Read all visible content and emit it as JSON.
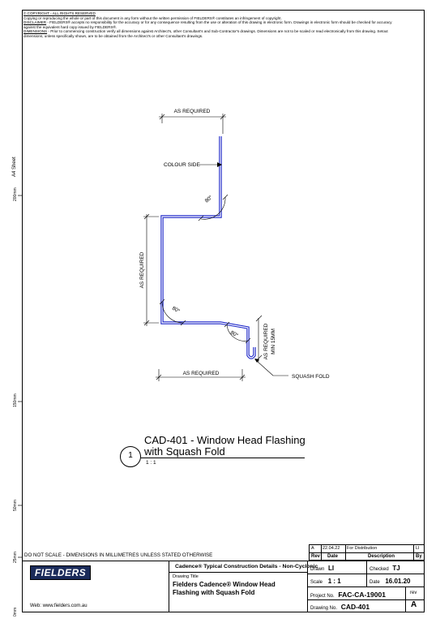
{
  "header": {
    "copyright": "© COPYRIGHT - ALL RIGHTS RESERVED",
    "copyright_text": "Copying or reproducing the whole or part of this document in any form without the written permission of FIELDERS® constitutes an infringement of copyright.",
    "disclaimer_label": "DISCLAIMER",
    "disclaimer_text": " - FIELDERS® accepts no responsibility for the accuracy or for any consequence resulting from the use or alteration of this drawing in electronic form.  Drawings in electronic form should be checked for accuracy against the equivalent hard copy issued by FIELDERS®.",
    "dimensions_label": "DIMENSIONS",
    "dimensions_text": " - Prior to commencing construction verify all dimensions against Architect's, other Consultant's and Sub-Contractor's drawings. Dimensions are not to be scaled or read electronically from this drawing. Setout dimensions, unless specifically shown, are to be obtained from the Architect's or other Consultant's drawings."
  },
  "ruler": {
    "sheet": "A4 Sheet",
    "m200": "200mm",
    "m150": "150mm",
    "m50": "50mm",
    "m25": "25mm",
    "m0": "0mm"
  },
  "drawing": {
    "dim_top": "AS REQUIRED",
    "dim_left": "AS REQUIRED",
    "dim_bottom": "AS REQUIRED",
    "dim_right_1": "AS REQUIRED",
    "dim_right_2": "MIN 15MM",
    "colour_side": "COLOUR SIDE",
    "squash_fold": "SQUASH FOLD",
    "angle_1": "80°",
    "angle_2": "80°",
    "angle_3": "80°"
  },
  "detail": {
    "number": "1",
    "title_line1": "CAD-401 - Window Head Flashing",
    "title_line2": "with Squash Fold",
    "scale": "1 : 1"
  },
  "revisions": {
    "row": {
      "rev": "A",
      "date": "22.04.22",
      "description": "For Distribution",
      "by": "LI"
    },
    "headers": {
      "rev": "Rev",
      "date": "Date",
      "description": "Description",
      "by": "By"
    }
  },
  "title_block": {
    "do_not_scale": "DO NOT SCALE - DIMENSIONS IN MILLIMETRES UNLESS STATED OTHERWISE",
    "logo": "FIELDERS",
    "website": "Web: www.fielders.com.au",
    "series": "Cadence® Typical Construction Details - Non-Cyclonic",
    "drawing_title_label": "Drawing Title",
    "drawing_title": "Fielders Cadence® Window Head Flashing with Squash Fold",
    "drawn_label": "Drawn",
    "drawn": "LI",
    "checked_label": "Checked",
    "checked": "TJ",
    "scale_label": "Scale",
    "scale": "1 : 1",
    "date_label": "Date",
    "date": "16.01.20",
    "project_label": "Project No.",
    "project": "FAC-CA-19001",
    "rev_label": "rev",
    "drawing_no_label": "Drawing No.",
    "drawing_no": "CAD-401",
    "rev": "A"
  }
}
